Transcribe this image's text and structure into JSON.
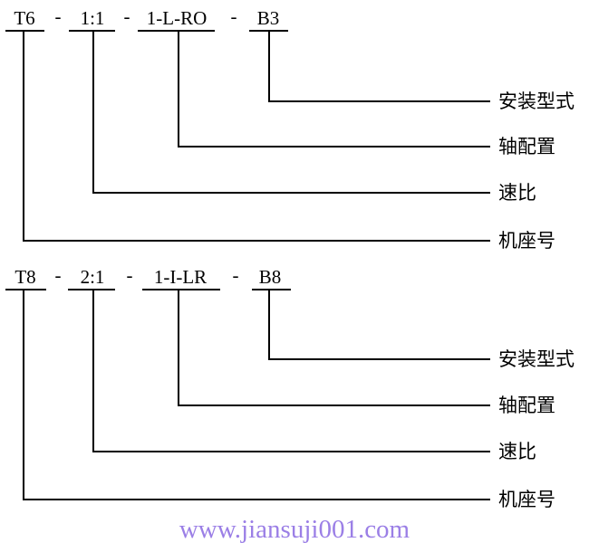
{
  "colors": {
    "line": "#000000",
    "text": "#000000",
    "watermark": "#9b7fe6"
  },
  "diagram_1": {
    "segments": [
      "T6",
      "1:1",
      "1-L-RO",
      "B3"
    ],
    "separator": "-",
    "labels": [
      "安装型式",
      "轴配置",
      "速比",
      "机座号"
    ]
  },
  "diagram_2": {
    "segments": [
      "T8",
      "2:1",
      "1-I-LR",
      "B8"
    ],
    "separator": "-",
    "labels": [
      "安装型式",
      "轴配置",
      "速比",
      "机座号"
    ]
  },
  "watermark": "www.jiansuji001.com"
}
